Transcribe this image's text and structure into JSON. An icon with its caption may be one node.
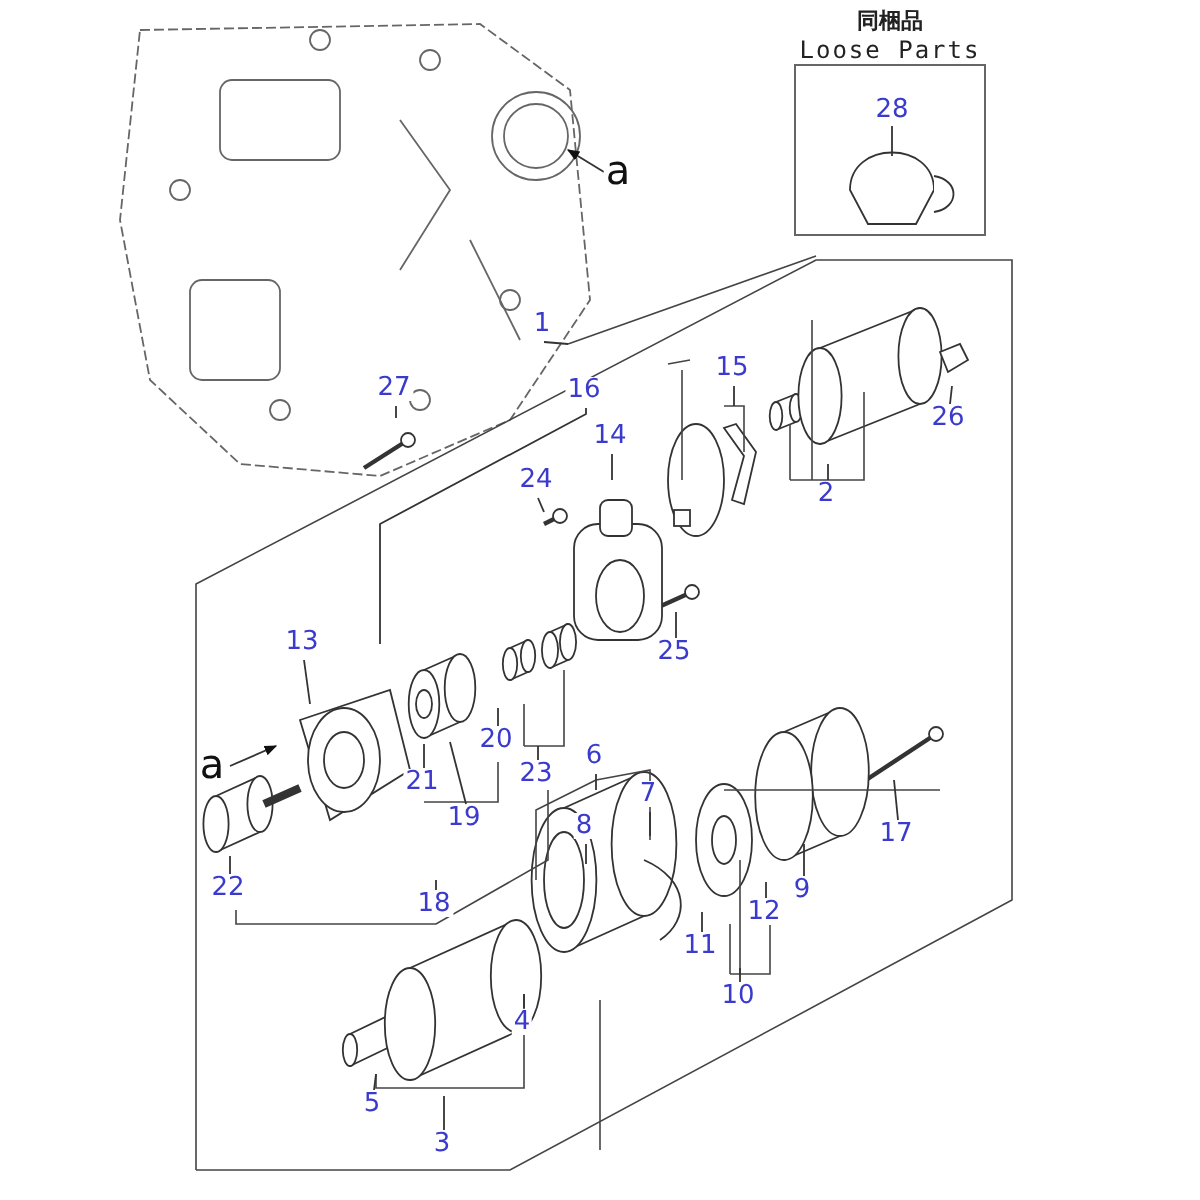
{
  "diagram": {
    "nodes": [
      {
        "text": [
          "同梱品",
          "Loose Parts"
        ]
      },
      {
        "text": [
          "28"
        ],
        "in": 0
      },
      {
        "text": [
          "a"
        ]
      },
      {
        "text": [
          "1"
        ]
      },
      {
        "text": [
          "27"
        ]
      },
      {
        "text": [
          "16"
        ]
      },
      {
        "text": [
          "15"
        ]
      },
      {
        "text": [
          "14"
        ]
      },
      {
        "text": [
          "24"
        ]
      },
      {
        "text": [
          "2"
        ]
      },
      {
        "text": [
          "26"
        ]
      },
      {
        "text": [
          "25"
        ]
      },
      {
        "text": [
          "13"
        ]
      },
      {
        "text": [
          "20"
        ]
      },
      {
        "text": [
          "a"
        ]
      },
      {
        "text": [
          "21"
        ]
      },
      {
        "text": [
          "23"
        ]
      },
      {
        "text": [
          "6"
        ]
      },
      {
        "text": [
          "8"
        ]
      },
      {
        "text": [
          "7"
        ]
      },
      {
        "text": [
          "19"
        ]
      },
      {
        "text": [
          "17"
        ]
      },
      {
        "text": [
          "9"
        ]
      },
      {
        "text": [
          "12"
        ]
      },
      {
        "text": [
          "22"
        ]
      },
      {
        "text": [
          "18"
        ]
      },
      {
        "text": [
          "11"
        ]
      },
      {
        "text": [
          "10"
        ]
      },
      {
        "text": [
          "4"
        ]
      },
      {
        "text": [
          "5"
        ]
      },
      {
        "text": [
          "3"
        ]
      }
    ],
    "edges": [
      {
        "from": 1,
        "to": null,
        "arrow": "none"
      },
      {
        "from": 2,
        "to": null,
        "arrow": "to"
      },
      {
        "from": 3,
        "to": null,
        "arrow": "none"
      },
      {
        "from": 4,
        "to": null,
        "arrow": "none"
      },
      {
        "from": 5,
        "to": null,
        "arrow": "none"
      },
      {
        "from": 6,
        "to": null,
        "arrow": "none"
      },
      {
        "from": 7,
        "to": null,
        "arrow": "none"
      },
      {
        "from": 8,
        "to": null,
        "arrow": "none"
      },
      {
        "from": 9,
        "to": null,
        "arrow": "none"
      },
      {
        "from": 10,
        "to": null,
        "arrow": "none"
      },
      {
        "from": 11,
        "to": null,
        "arrow": "none"
      },
      {
        "from": 12,
        "to": null,
        "arrow": "none"
      },
      {
        "from": 13,
        "to": null,
        "arrow": "none"
      },
      {
        "from": 14,
        "to": null,
        "arrow": "to"
      },
      {
        "from": 15,
        "to": null,
        "arrow": "none"
      },
      {
        "from": 16,
        "to": null,
        "arrow": "none"
      },
      {
        "from": 17,
        "to": null,
        "arrow": "none"
      },
      {
        "from": 18,
        "to": null,
        "arrow": "none"
      },
      {
        "from": 19,
        "to": null,
        "arrow": "none"
      },
      {
        "from": 20,
        "to": null,
        "arrow": "none"
      },
      {
        "from": 21,
        "to": null,
        "arrow": "none"
      },
      {
        "from": 22,
        "to": null,
        "arrow": "none"
      },
      {
        "from": 23,
        "to": null,
        "arrow": "none"
      },
      {
        "from": 24,
        "to": null,
        "arrow": "none"
      },
      {
        "from": 25,
        "to": null,
        "arrow": "none"
      },
      {
        "from": 26,
        "to": null,
        "arrow": "none"
      },
      {
        "from": 27,
        "to": null,
        "arrow": "none"
      },
      {
        "from": 28,
        "to": null,
        "arrow": "none"
      },
      {
        "from": 29,
        "to": null,
        "arrow": "none"
      },
      {
        "from": 30,
        "to": null,
        "arrow": "none"
      }
    ]
  }
}
